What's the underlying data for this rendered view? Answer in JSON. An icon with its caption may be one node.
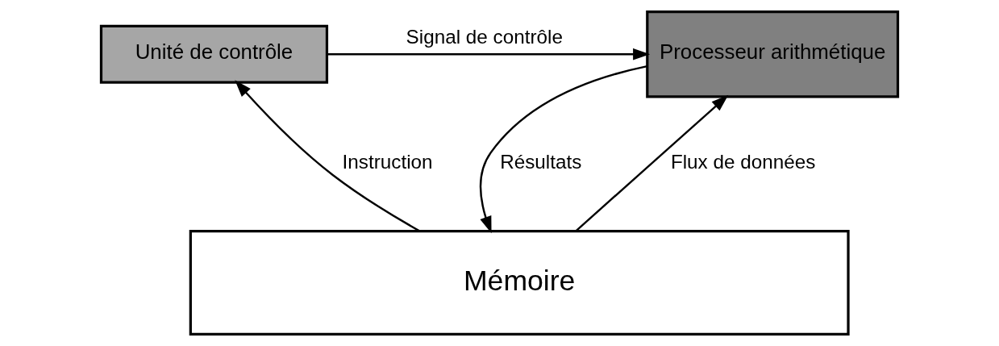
{
  "diagram": {
    "nodes": [
      {
        "text": [
          "Unité de contrôle"
        ]
      },
      {
        "text": [
          "Processeur arithmétique"
        ]
      },
      {
        "text": [
          "Mémoire"
        ]
      }
    ],
    "edges": [
      {
        "from": 2,
        "to": 0,
        "arrow": "to",
        "label": "Instruction"
      },
      {
        "from": 0,
        "to": 1,
        "arrow": "to",
        "label": "Signal de contrôle"
      },
      {
        "from": 1,
        "to": 2,
        "arrow": "to",
        "label": "Résultats"
      },
      {
        "from": 2,
        "to": 1,
        "arrow": "to",
        "label": "Flux de données"
      }
    ]
  }
}
